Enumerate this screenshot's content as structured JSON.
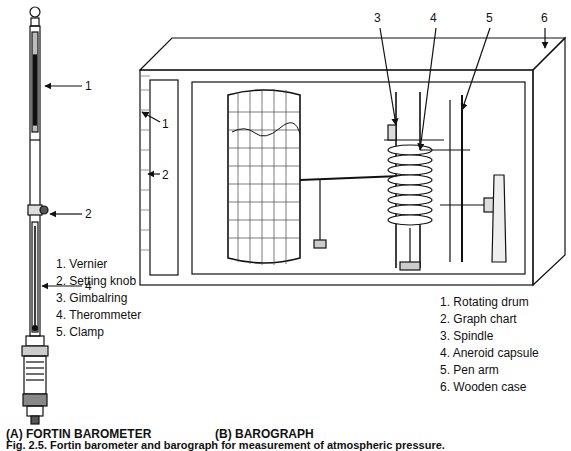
{
  "diagram": {
    "caption": "Fig. 2.5. Fortin barometer and barograph for measurement of atmospheric pressure.",
    "labels": [
      "1",
      "2",
      "4",
      "1. Vernier",
      "2. Setting knob",
      "3. Gimbalring",
      "4. Therommeter",
      "5. Clamp",
      "(A) FORTIN BAROMETER",
      "3",
      "4",
      "5",
      "6",
      "1",
      "2",
      "1. Rotating drum",
      "2. Graph chart",
      "3. Spindle",
      "4. Aneroid capsule",
      "5. Pen arm",
      "6. Wooden case",
      "(B) BAROGRAPH"
    ]
  }
}
